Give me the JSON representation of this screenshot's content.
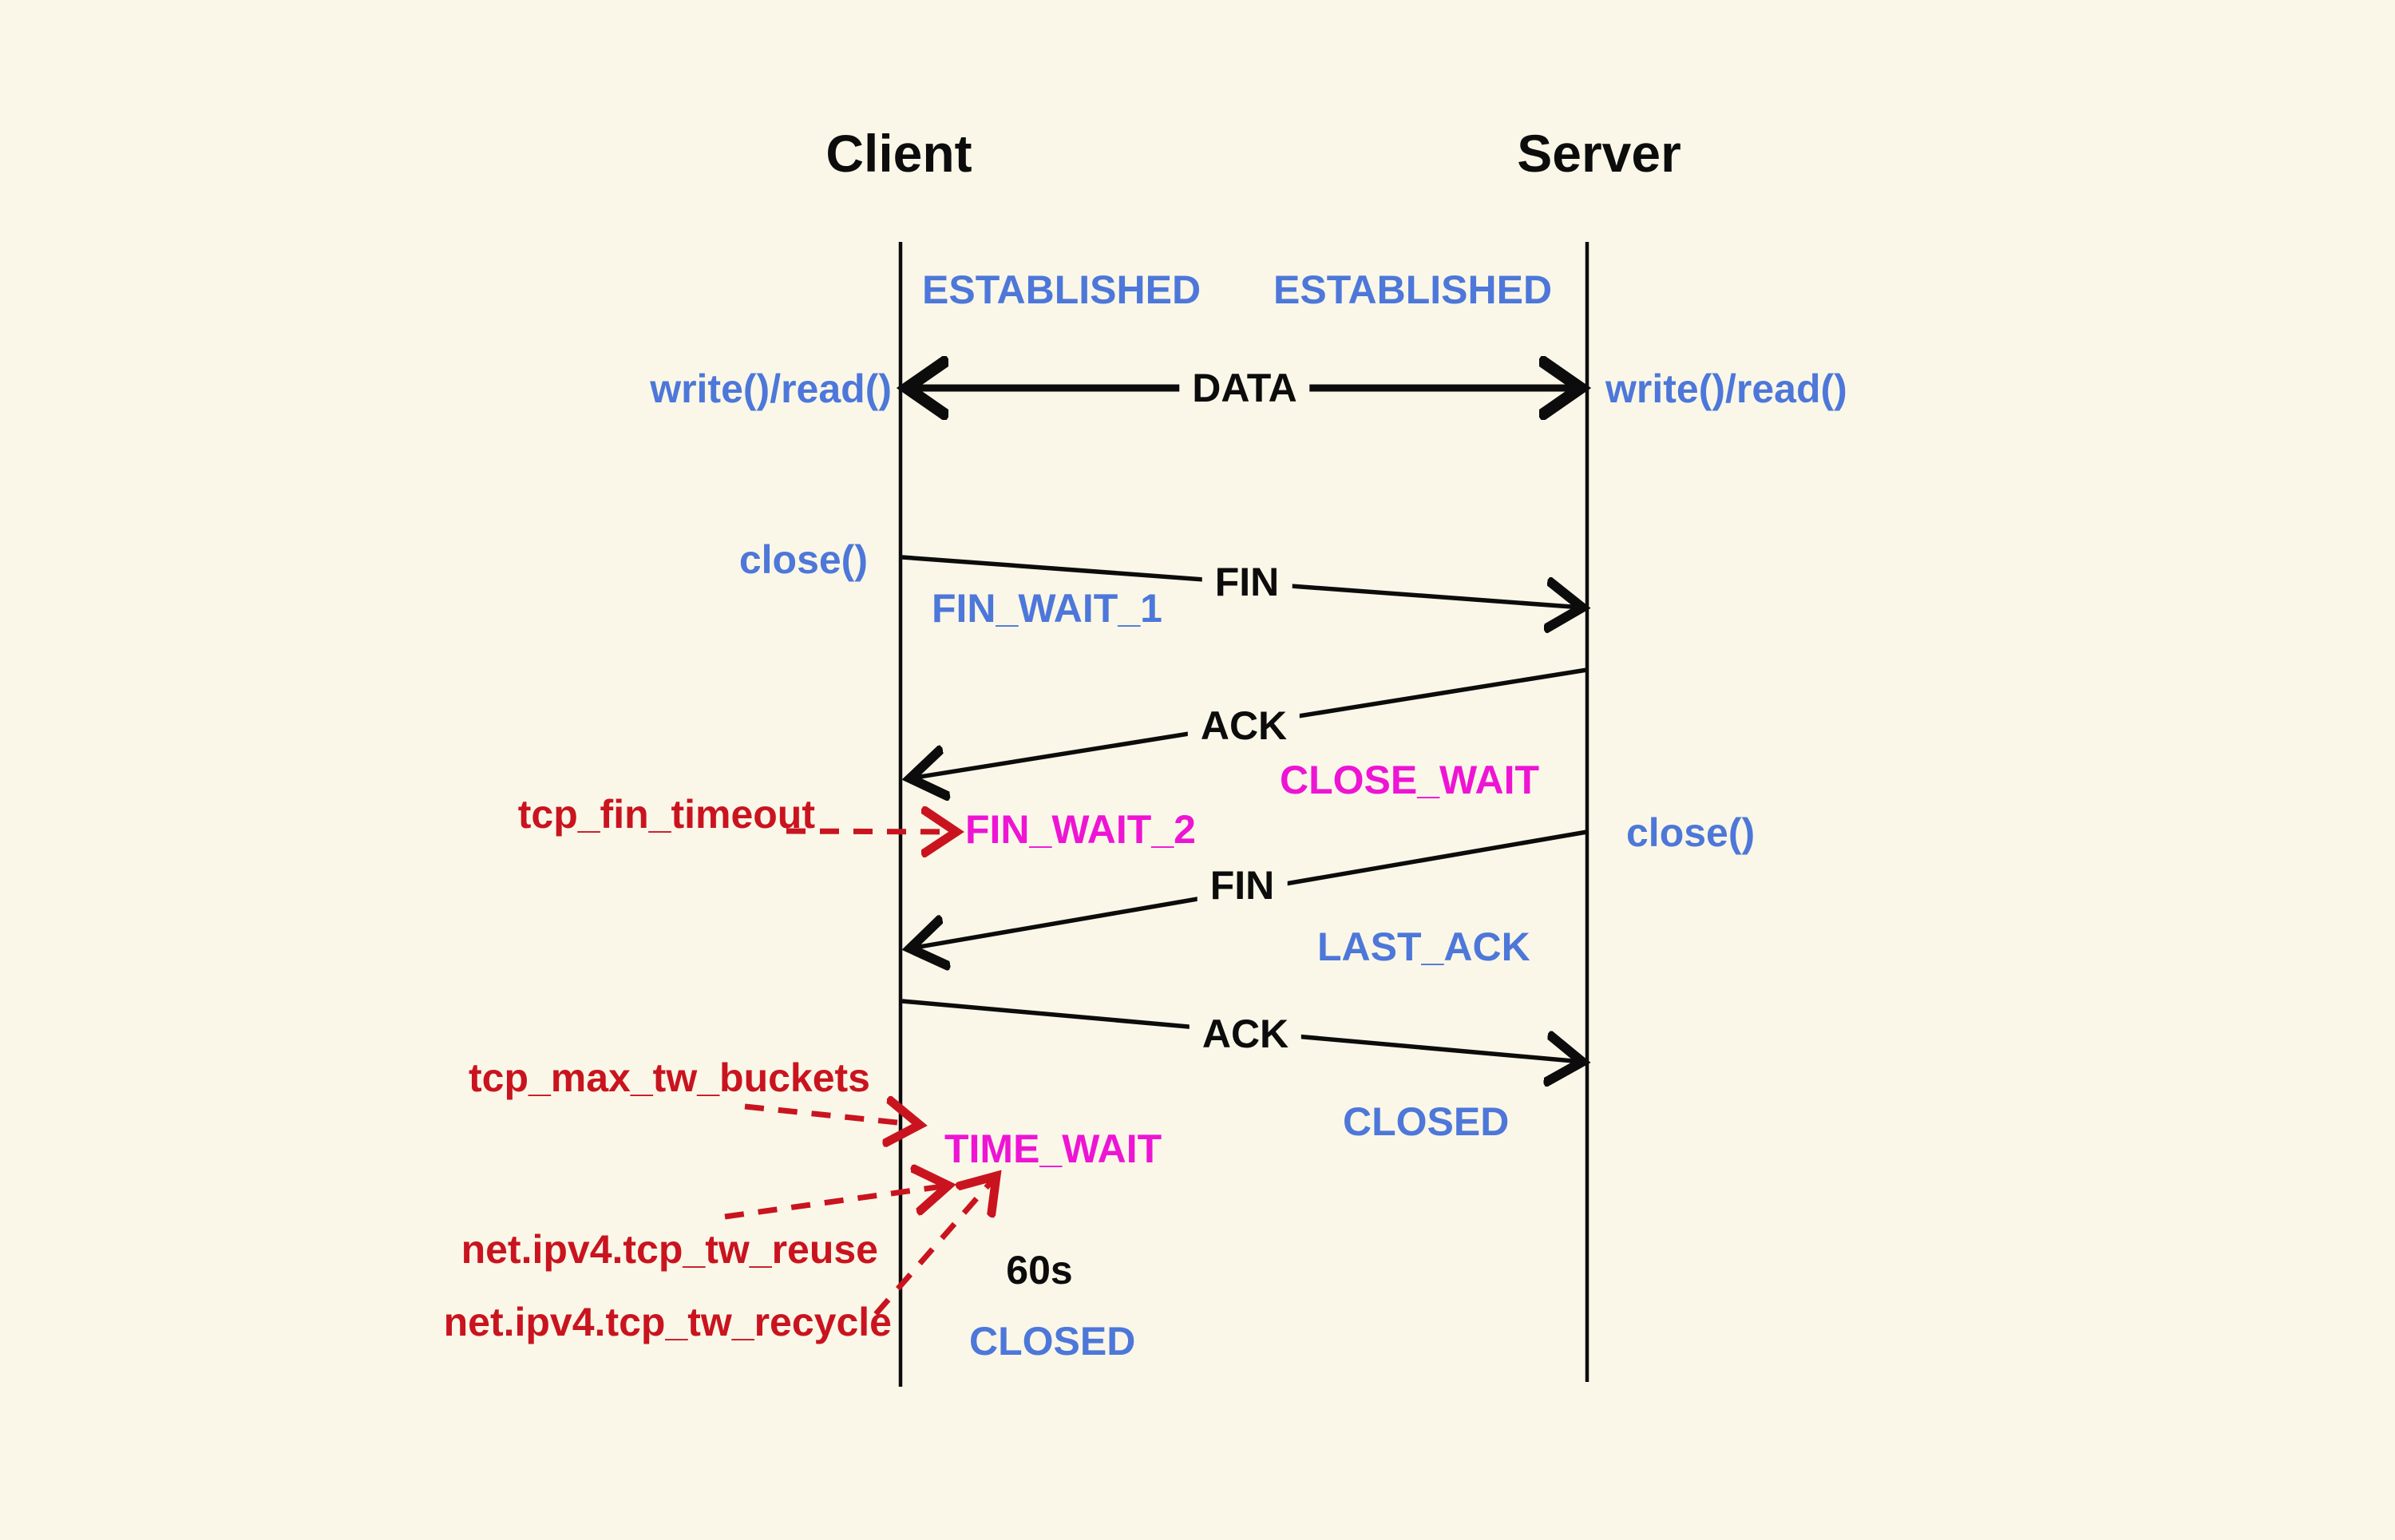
{
  "diagram": {
    "title_client": "Client",
    "title_server": "Server",
    "states": {
      "established_client": "ESTABLISHED",
      "established_server": "ESTABLISHED",
      "fin_wait_1": "FIN_WAIT_1",
      "close_wait": "CLOSE_WAIT",
      "fin_wait_2": "FIN_WAIT_2",
      "last_ack": "LAST_ACK",
      "time_wait": "TIME_WAIT",
      "closed_server": "CLOSED",
      "closed_client": "CLOSED"
    },
    "syscalls": {
      "write_read_client": "write()/read()",
      "write_read_server": "write()/read()",
      "close_client": "close()",
      "close_server": "close()"
    },
    "messages": {
      "data": "DATA",
      "fin_1": "FIN",
      "ack_1": "ACK",
      "fin_2": "FIN",
      "ack_2": "ACK"
    },
    "tunables": {
      "fin_timeout": "tcp_fin_timeout",
      "max_tw_buckets": "tcp_max_tw_buckets",
      "tw_reuse": "net.ipv4.tcp_tw_reuse",
      "tw_recycle": "net.ipv4.tcp_tw_recycle"
    },
    "timer": "60s",
    "colors": {
      "background": "#faf7e8",
      "state_blue": "#4d77d9",
      "transient_magenta": "#ee14d4",
      "tunable_red": "#c9141f",
      "ink_black": "#0c0c0c"
    }
  }
}
